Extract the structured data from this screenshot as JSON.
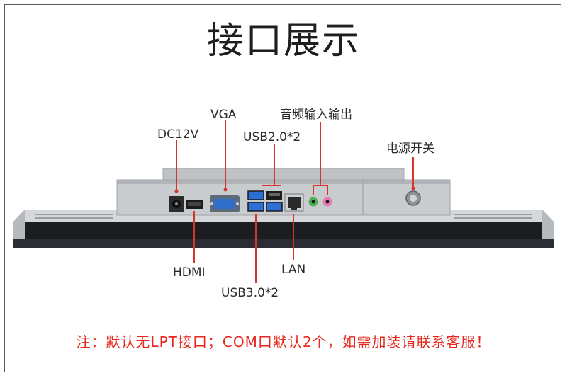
{
  "title": "接口展示",
  "labels": {
    "vga": "VGA",
    "audio": "音频输入输出",
    "dc12v": "DC12V",
    "usb20": "USB2.0*2",
    "power": "电源开关",
    "hdmi": "HDMI",
    "lan": "LAN",
    "usb30": "USB3.0*2"
  },
  "note": "注：默认无LPT接口；COM口默认2个，如需加装请联系客服！",
  "colors": {
    "callout": "#d8342a",
    "note": "#e8281e",
    "panel": "#c9cccf",
    "bezel": "#1b1d21",
    "port_blue": "#2e6fd6",
    "audio_green": "#4caf50",
    "audio_pink": "#e57ab2"
  }
}
